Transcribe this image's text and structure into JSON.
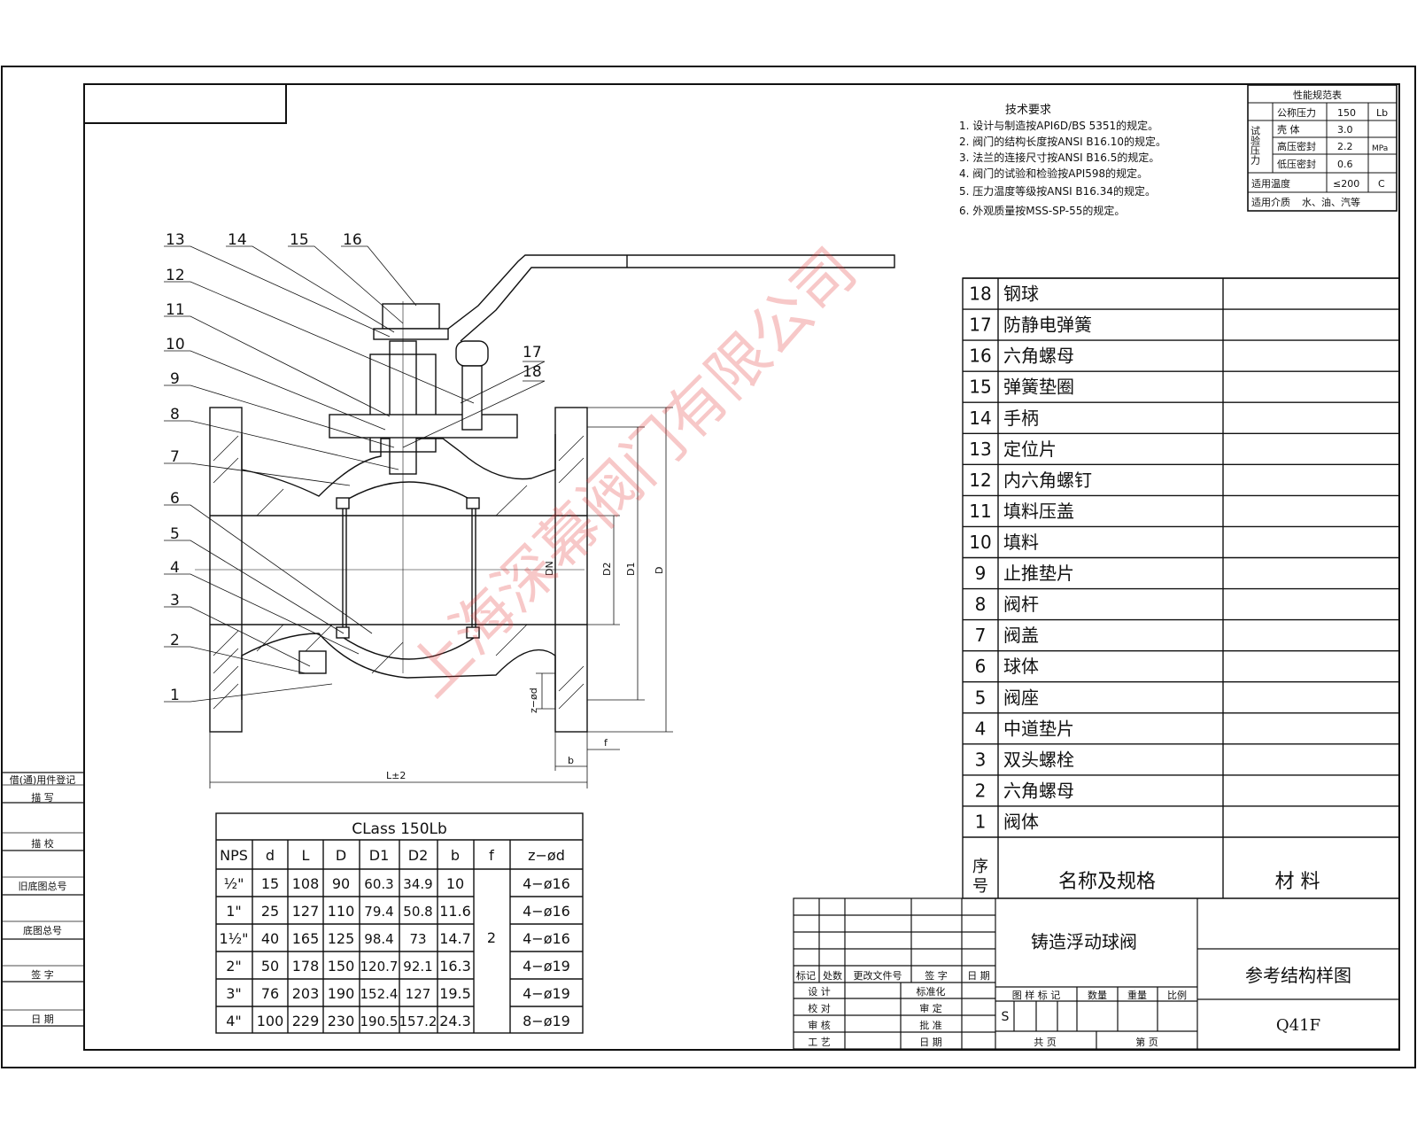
{
  "watermark": "上海深幕阀门有限公司",
  "tech_requirements": {
    "title": "技术要求",
    "items": [
      "1. 设计与制造按API6D/BS 5351的规定。",
      "2. 阀门的结构长度按ANSI B16.10的规定。",
      "3. 法兰的连接尺寸按ANSI B16.5的规定。",
      "4. 阀门的试验和检验按API598的规定。",
      "5. 压力温度等级按ANSI B16.34的规定。",
      "6. 外观质量按MSS-SP-55的规定。"
    ]
  },
  "performance_table": {
    "title": "性能规范表",
    "test_pressure_label": "试验压力",
    "nominal_label": "公称压力",
    "nominal_value": "150",
    "nominal_unit": "Lb",
    "rows": [
      {
        "label": "壳  体",
        "value": "3.0"
      },
      {
        "label": "高压密封",
        "value": "2.2"
      },
      {
        "label": "低压密封",
        "value": "0.6"
      }
    ],
    "pressure_unit": "MPa",
    "temp_label": "适用温度",
    "temp_value": "≤200",
    "temp_unit": "C",
    "medium_label": "适用介质",
    "medium_value": "水、油、汽等"
  },
  "callouts": [
    "13",
    "14",
    "15",
    "16",
    "12",
    "11",
    "10",
    "9",
    "8",
    "7",
    "6",
    "5",
    "4",
    "3",
    "2",
    "1",
    "17",
    "18"
  ],
  "dimension_labels": {
    "DN": "DN",
    "D2": "D2",
    "D1": "D1",
    "D": "D",
    "zd": "z−ød",
    "f": "f",
    "b": "b",
    "L": "L±2"
  },
  "dim_table": {
    "title": "CLass 150Lb",
    "headers": [
      "NPS",
      "d",
      "L",
      "D",
      "D1",
      "D2",
      "b",
      "f",
      "z−ød"
    ],
    "rows": [
      [
        "½\"",
        "15",
        "108",
        "90",
        "60.3",
        "34.9",
        "10",
        "4−ø16"
      ],
      [
        "1\"",
        "25",
        "127",
        "110",
        "79.4",
        "50.8",
        "11.6",
        "4−ø16"
      ],
      [
        "1½\"",
        "40",
        "165",
        "125",
        "98.4",
        "73",
        "14.7",
        "4−ø16"
      ],
      [
        "2\"",
        "50",
        "178",
        "150",
        "120.7",
        "92.1",
        "16.3",
        "4−ø19"
      ],
      [
        "3\"",
        "76",
        "203",
        "190",
        "152.4",
        "127",
        "19.5",
        "4−ø19"
      ],
      [
        "4\"",
        "100",
        "229",
        "230",
        "190.5",
        "157.2",
        "24.3",
        "8−ø19"
      ]
    ],
    "f_value": "2"
  },
  "parts_list": {
    "rows": [
      {
        "no": "18",
        "name": "钢球"
      },
      {
        "no": "17",
        "name": "防静电弹簧"
      },
      {
        "no": "16",
        "name": "六角螺母"
      },
      {
        "no": "15",
        "name": "弹簧垫圈"
      },
      {
        "no": "14",
        "name": "手柄"
      },
      {
        "no": "13",
        "name": "定位片"
      },
      {
        "no": "12",
        "name": "内六角螺钉"
      },
      {
        "no": "11",
        "name": "填料压盖"
      },
      {
        "no": "10",
        "name": "填料"
      },
      {
        "no": "9",
        "name": "止推垫片"
      },
      {
        "no": "8",
        "name": "阀杆"
      },
      {
        "no": "7",
        "name": "阀盖"
      },
      {
        "no": "6",
        "name": "球体"
      },
      {
        "no": "5",
        "name": "阀座"
      },
      {
        "no": "4",
        "name": "中道垫片"
      },
      {
        "no": "3",
        "name": "双头螺栓"
      },
      {
        "no": "2",
        "name": "六角螺母"
      },
      {
        "no": "1",
        "name": "阀体"
      }
    ],
    "header_no": "序号",
    "header_name": "名称及规格",
    "header_material": "材  料"
  },
  "left_column": [
    "借(通)用件登记",
    "描  写",
    "描  校",
    "旧底图总号",
    "底图总号",
    "签  字",
    "日  期"
  ],
  "title_block": {
    "product_name": "铸造浮动球阀",
    "drawing_type": "参考结构样图",
    "model": "Q41F",
    "revision_headers": [
      "标记",
      "处数",
      "更改文件号",
      "签 字",
      "日 期"
    ],
    "roles_left": [
      "设 计",
      "校 对",
      "审 核",
      "工 艺"
    ],
    "roles_right": [
      "标准化",
      "审 定",
      "批 准",
      "日 期"
    ],
    "stage_headers": [
      "图 样 标 记",
      "数量",
      "重量",
      "比例"
    ],
    "stage_mark": "S",
    "sheet_total": "共    页",
    "sheet_no": "第    页"
  }
}
